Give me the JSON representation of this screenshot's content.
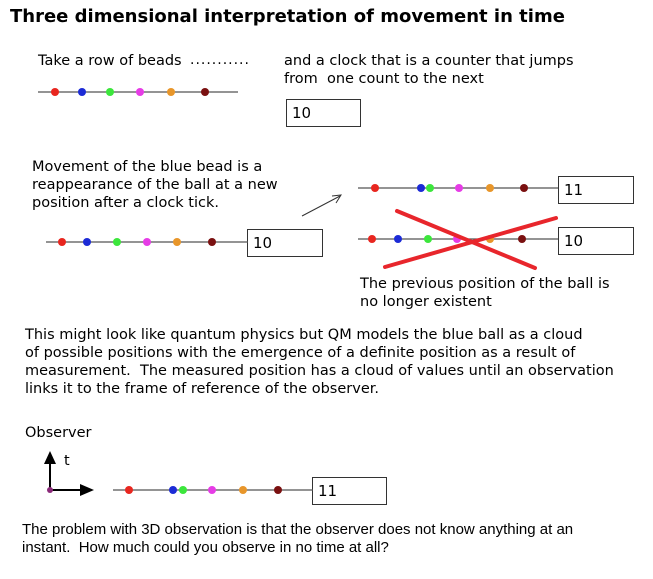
{
  "title": "Three dimensional interpretation of movement in time",
  "intro": {
    "beads_label": "Take a row of beads",
    "dots": "...........",
    "clock_line1": "and a clock that is a counter that jumps",
    "clock_line2": "from  one count to the next",
    "clock_value": "10"
  },
  "movement": {
    "line1": "Movement of the blue bead is a",
    "line2": "reappearance of the ball at a new",
    "line3": "position after a clock tick.",
    "counter_left": "10",
    "counter_top_right": "11",
    "counter_bottom_right": "10"
  },
  "crossed_note": {
    "line1": "The previous position of the ball is",
    "line2": "no longer existent"
  },
  "qm_paragraph": {
    "line1": "This might look like quantum physics but QM models the blue ball as a cloud",
    "line2": "of possible positions with the emergence of a definite position as a result of",
    "line3": "measurement.  The measured position has a cloud of values until an observation",
    "line4": "links it to the frame of reference of the observer."
  },
  "observer": {
    "label": "Observer",
    "axis_t": "t",
    "counter_value": "11"
  },
  "footer": {
    "line1": "The problem with 3D observation is that the observer does not know anything at an",
    "line2": "instant.  How much could you observe in no time at all?"
  },
  "colors": {
    "red": "#e8261f",
    "blue": "#1c2bd6",
    "green": "#3ce63c",
    "magenta": "#e63ce6",
    "orange": "#e8962a",
    "darkred": "#7a1010",
    "cross": "#e8262c",
    "line": "#555555"
  }
}
